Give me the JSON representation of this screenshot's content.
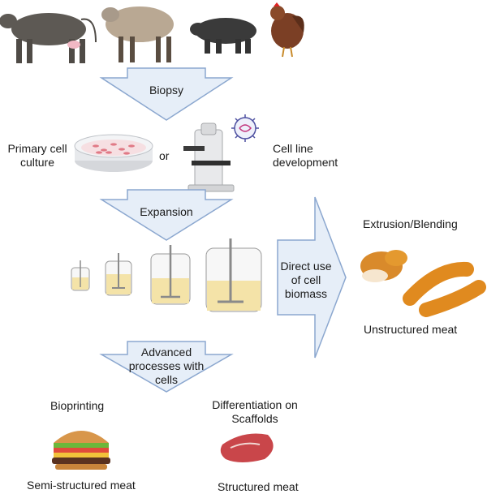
{
  "flow": {
    "biopsy": "Biopsy",
    "primary_cell_culture": [
      "Primary cell",
      "culture"
    ],
    "or": "or",
    "cell_line_development": [
      "Cell line",
      "development"
    ],
    "expansion": "Expansion",
    "direct_use": [
      "Direct use",
      "of cell",
      "biomass"
    ],
    "advanced_processes": [
      "Advanced",
      "processes with",
      "cells"
    ],
    "extrusion_blending": "Extrusion/Blending",
    "unstructured_meat": "Unstructured meat",
    "bioprinting": "Bioprinting",
    "semi_structured_meat": "Semi-structured meat",
    "differentiation": [
      "Differentiation on",
      "Scaffolds"
    ],
    "structured_meat": "Structured meat"
  },
  "colors": {
    "arrow_fill": "#e6eef8",
    "arrow_stroke": "#8ba7cf",
    "medium": "#f4e3a8",
    "steel": "#8a8a8a",
    "meat_red": "#c9464a",
    "sausage": "#e08a1f",
    "nugget": "#d98a2b"
  },
  "icons": [
    "cow-icon",
    "sheep-icon",
    "pig-icon",
    "chicken-icon",
    "petri-dish-icon",
    "microscope-icon",
    "virus-icon",
    "bioreactor-icon",
    "nugget-icon",
    "sausage-icon",
    "burger-icon",
    "steak-icon"
  ]
}
